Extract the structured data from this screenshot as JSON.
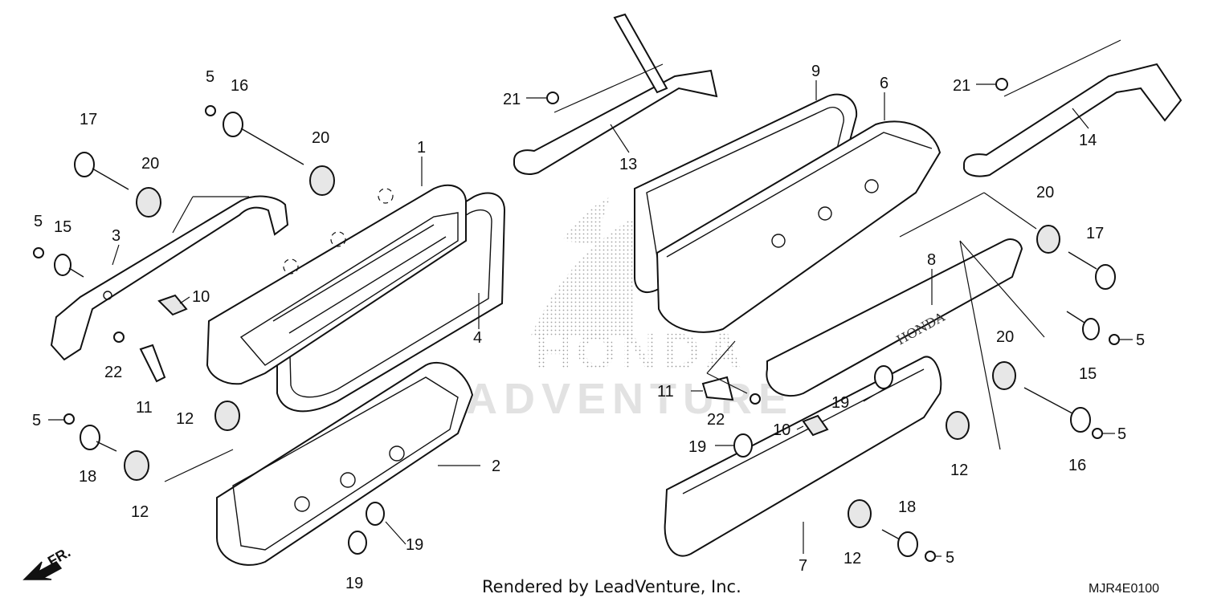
{
  "diagram": {
    "watermark": {
      "brand": "HONDA",
      "site": "LEADVENTURE"
    },
    "footer": {
      "rendered_by": "Rendered by LeadVenture, Inc.",
      "code": "MJR4E0100"
    },
    "direction_label": "FR.",
    "callouts": {
      "c1": "1",
      "c2": "2",
      "c3": "3",
      "c4": "4",
      "c5a": "5",
      "c5b": "5",
      "c5c": "5",
      "c5d": "5",
      "c5e": "5",
      "c5f": "5",
      "c6": "6",
      "c7": "7",
      "c8": "8",
      "c9": "9",
      "c10a": "10",
      "c10b": "10",
      "c11a": "11",
      "c11b": "11",
      "c12a": "12",
      "c12b": "12",
      "c12c": "12",
      "c12d": "12",
      "c13": "13",
      "c14": "14",
      "c15a": "15",
      "c15b": "15",
      "c16a": "16",
      "c16b": "16",
      "c17a": "17",
      "c17b": "17",
      "c18a": "18",
      "c18b": "18",
      "c19a": "19",
      "c19b": "19",
      "c19c": "19",
      "c19d": "19",
      "c20a": "20",
      "c20b": "20",
      "c20c": "20",
      "c20d": "20",
      "c21a": "21",
      "c21b": "21",
      "c22a": "22",
      "c22b": "22"
    }
  }
}
